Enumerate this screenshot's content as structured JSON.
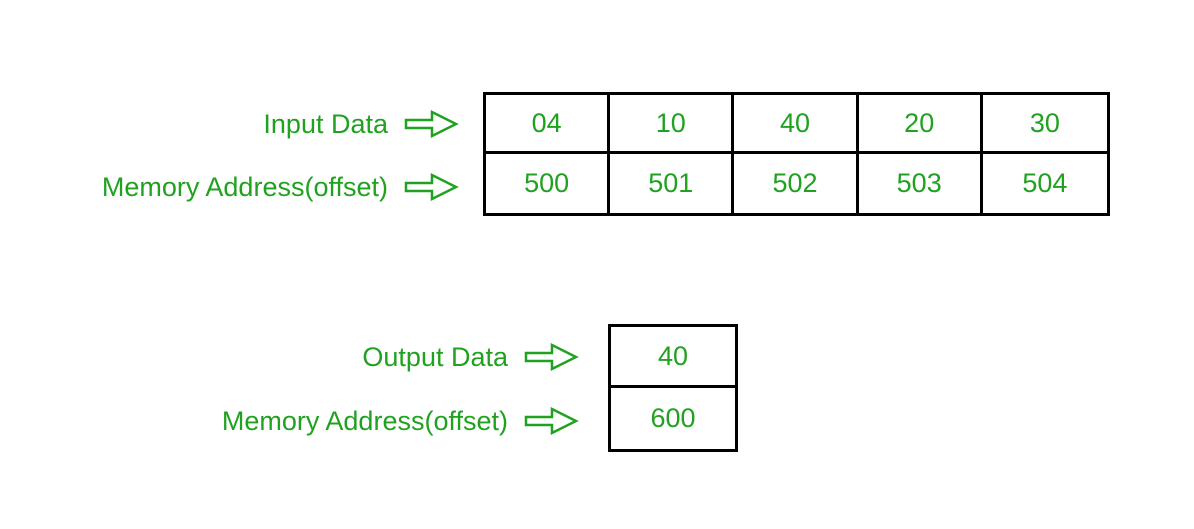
{
  "theme": {
    "accent": "#20A220",
    "border": "#000000",
    "background": "#FFFFFF"
  },
  "input_section": {
    "data_label": "Input Data",
    "address_label": "Memory Address(offset)",
    "data_values": [
      "04",
      "10",
      "40",
      "20",
      "30"
    ],
    "address_values": [
      "500",
      "501",
      "502",
      "503",
      "504"
    ]
  },
  "output_section": {
    "data_label": "Output Data",
    "address_label": "Memory Address(offset)",
    "data_values": [
      "40"
    ],
    "address_values": [
      "600"
    ]
  }
}
